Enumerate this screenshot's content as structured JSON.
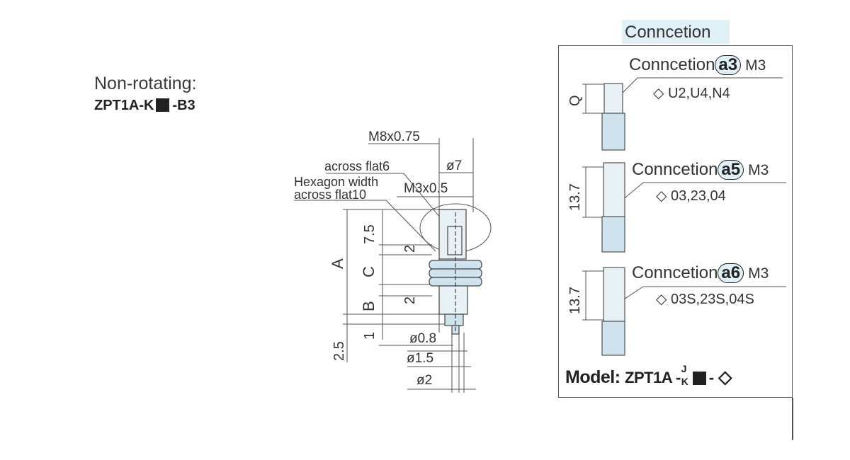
{
  "left": {
    "title": "Non-rotating:",
    "model_prefix": "ZPT1A-K",
    "model_suffix": "-B3"
  },
  "drawing": {
    "m8": "M8x0.75",
    "d7": "ø7",
    "across_flat": "across flat6",
    "hex_width": "Hexagon width",
    "hex_across": "across flat10",
    "m3x05": "M3x0.5",
    "dim_75": "7.5",
    "dim_2a": "2",
    "dim_a": "A",
    "dim_c": "C",
    "dim_2b": "2",
    "dim_b": "B",
    "dim_1": "1",
    "dim_25": "2.5",
    "d08": "ø0.8",
    "d15": "ø1.5",
    "d2": "ø2"
  },
  "connection": {
    "heading": "Conncetion",
    "sections": [
      {
        "title": "Conncetion",
        "badge": "a3",
        "thread": "M3",
        "options": "U2,U4,N4",
        "dim": "Q"
      },
      {
        "title": "Conncetion",
        "badge": "a5",
        "thread": "M3",
        "options": "03,23,04",
        "dim": "13.7"
      },
      {
        "title": "Conncetion",
        "badge": "a6",
        "thread": "M3",
        "options": "03S,23S,04S",
        "dim": "13.7"
      }
    ],
    "model_label": "Model:",
    "model_part": "ZPT1A -",
    "model_j": "J",
    "model_k": "K",
    "model_dash": "-"
  }
}
